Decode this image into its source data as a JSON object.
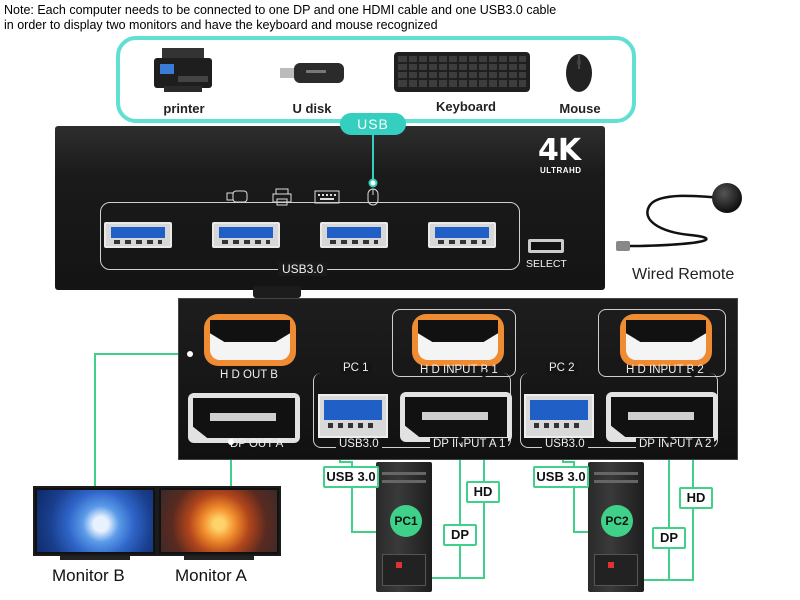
{
  "note": {
    "line1": "Note: Each computer needs to be connected to one DP and one HDMI cable and one USB3.0 cable",
    "line2": "in order to display two monitors and have the keyboard and mouse recognized"
  },
  "peripherals": [
    {
      "label": "printer",
      "icon": "printer-icon"
    },
    {
      "label": "U disk",
      "icon": "usb-disk-icon"
    },
    {
      "label": "Keyboard",
      "icon": "keyboard-icon"
    },
    {
      "label": "Mouse",
      "icon": "mouse-icon"
    }
  ],
  "usb_pill": "USB",
  "top_unit": {
    "brand_big": "4K",
    "brand_small": "ULTRAHD",
    "usb_label": "USB3.0",
    "select_label": "SELECT"
  },
  "remote": {
    "label": "Wired Remote"
  },
  "bottom_unit": {
    "hd_out_b": "H D OUT B",
    "dp_out_a": "DP OUT A",
    "pc1": "PC 1",
    "pc2": "PC 2",
    "hd_input_b1": "H D INPUT B 1",
    "hd_input_b2": "H D INPUT B 2",
    "usb1": "USB3.0",
    "usb2": "USB3.0",
    "dp_input_a1": "DP INPUT A 1",
    "dp_input_a2": "DP INPUT A 2"
  },
  "tags": {
    "usb30_1": "USB 3.0",
    "usb30_2": "USB 3.0",
    "hd_1": "HD",
    "hd_2": "HD",
    "dp_1": "DP",
    "dp_2": "DP",
    "pc1": "PC1",
    "pc2": "PC2"
  },
  "monitors": {
    "b": "Monitor B",
    "a": "Monitor A"
  },
  "colors": {
    "teal": "#35cfbf",
    "green": "#3fd18a",
    "hdmi_orange": "#ef8b33",
    "usb_blue": "#1f5fc6"
  }
}
